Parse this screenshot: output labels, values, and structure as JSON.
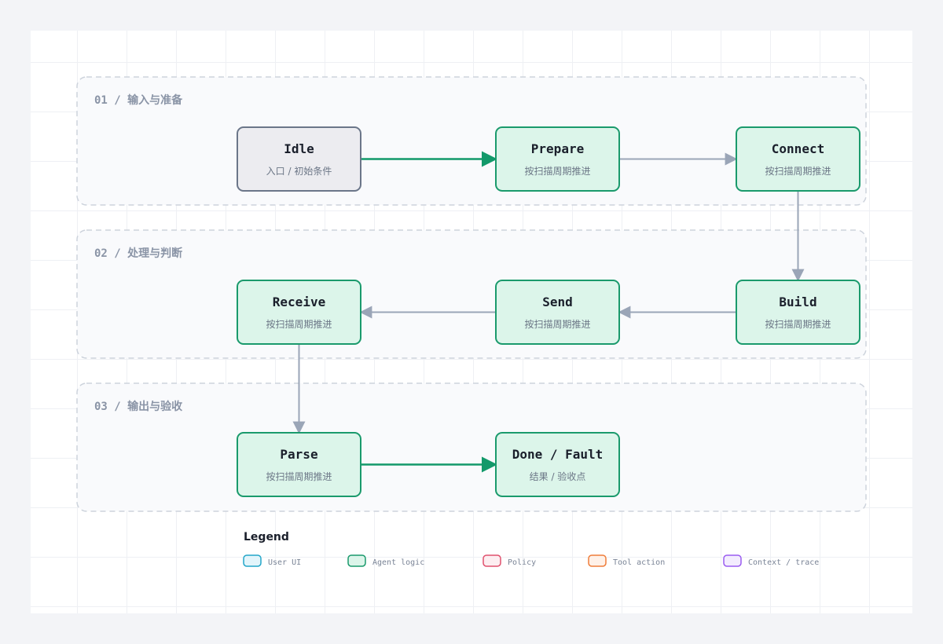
{
  "lanes": [
    {
      "id": "lane-1",
      "title": "01 / 输入与准备"
    },
    {
      "id": "lane-2",
      "title": "02 / 处理与判断"
    },
    {
      "id": "lane-3",
      "title": "03 / 输出与验收"
    }
  ],
  "nodes": [
    {
      "id": "idle",
      "title": "Idle",
      "subtitle": "入口 / 初始条件",
      "kind": "start"
    },
    {
      "id": "prepare",
      "title": "Prepare",
      "subtitle": "按扫描周期推进",
      "kind": "agent"
    },
    {
      "id": "connect",
      "title": "Connect",
      "subtitle": "按扫描周期推进",
      "kind": "agent"
    },
    {
      "id": "receive",
      "title": "Receive",
      "subtitle": "按扫描周期推进",
      "kind": "agent"
    },
    {
      "id": "send",
      "title": "Send",
      "subtitle": "按扫描周期推进",
      "kind": "agent"
    },
    {
      "id": "build",
      "title": "Build",
      "subtitle": "按扫描周期推进",
      "kind": "agent"
    },
    {
      "id": "parse",
      "title": "Parse",
      "subtitle": "按扫描周期推进",
      "kind": "agent"
    },
    {
      "id": "done",
      "title": "Done / Fault",
      "subtitle": "结果 / 验收点",
      "kind": "agent"
    }
  ],
  "edges": [
    {
      "from": "idle",
      "to": "prepare",
      "style": "primary"
    },
    {
      "from": "prepare",
      "to": "connect",
      "style": "secondary"
    },
    {
      "from": "connect",
      "to": "build",
      "style": "secondary"
    },
    {
      "from": "build",
      "to": "send",
      "style": "secondary"
    },
    {
      "from": "send",
      "to": "receive",
      "style": "secondary"
    },
    {
      "from": "receive",
      "to": "parse",
      "style": "secondary"
    },
    {
      "from": "parse",
      "to": "done",
      "style": "primary"
    }
  ],
  "legend": {
    "title": "Legend",
    "items": [
      {
        "label": "User UI",
        "stroke": "#23a6c9",
        "fill": "#e3f5fb"
      },
      {
        "label": "Agent logic",
        "stroke": "#1a9a6c",
        "fill": "#dcf5ea"
      },
      {
        "label": "Policy",
        "stroke": "#e0516e",
        "fill": "#fdeef1"
      },
      {
        "label": "Tool action",
        "stroke": "#ef7d3a",
        "fill": "#fff1e8"
      },
      {
        "label": "Context / trace",
        "stroke": "#9a5cf0",
        "fill": "#f3ecfe"
      }
    ]
  },
  "colors": {
    "agent_stroke": "#1a9a6c",
    "agent_fill": "#dcf5ea",
    "start_stroke": "#6b7689",
    "start_fill": "#ececf0",
    "primary_edge": "#13996a",
    "secondary_edge": "#9aa5b7",
    "lane_stroke": "#cdd3dc",
    "lane_fill": "#f9fafc"
  }
}
